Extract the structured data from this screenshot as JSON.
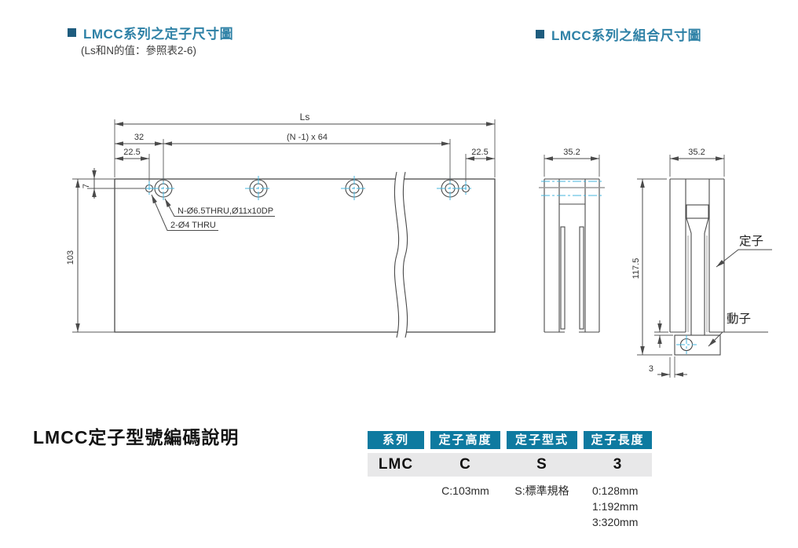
{
  "section_headers": {
    "left": {
      "title": "LMCC系列之定子尺寸圖",
      "subtitle": "(Ls和N的值：參照表2-6)"
    },
    "right": {
      "title": "LMCC系列之組合尺寸圖"
    }
  },
  "drawing": {
    "front_view": {
      "dim_ls": "Ls",
      "dim_pitch": "(N -1) x 64",
      "dim_left_offset": "32",
      "dim_end_left": "22.5",
      "dim_end_right": "22.5",
      "dim_hole_top": "7",
      "dim_height": "103",
      "note_mount_holes": "N-Ø6.5THRU,Ø11x10DP",
      "note_pin_holes": "2-Ø4 THRU"
    },
    "section_view": {
      "dim_width": "35.2"
    },
    "assembly_view": {
      "dim_width": "35.2",
      "dim_height": "117.5",
      "dim_offset": "3",
      "label_stator": "定子",
      "label_mover": "動子"
    }
  },
  "coding": {
    "title": "LMCC定子型號編碼說明",
    "columns": [
      {
        "header": "系列",
        "value": "LMC"
      },
      {
        "header": "定子高度",
        "value": "C",
        "notes": [
          "C:103mm"
        ]
      },
      {
        "header": "定子型式",
        "value": "S",
        "notes": [
          "S:標準規格"
        ]
      },
      {
        "header": "定子長度",
        "value": "3",
        "notes": [
          "0:128mm",
          "1:192mm",
          "3:320mm"
        ]
      }
    ]
  },
  "colors": {
    "accent_teal": "#2e81a6",
    "bullet_blue": "#1e5c7e",
    "table_header_bg": "#0e7aa0",
    "value_row_bg": "#e8e8e9",
    "centerline_cyan": "#45b5dd",
    "line_dark": "#4b4b4b"
  }
}
